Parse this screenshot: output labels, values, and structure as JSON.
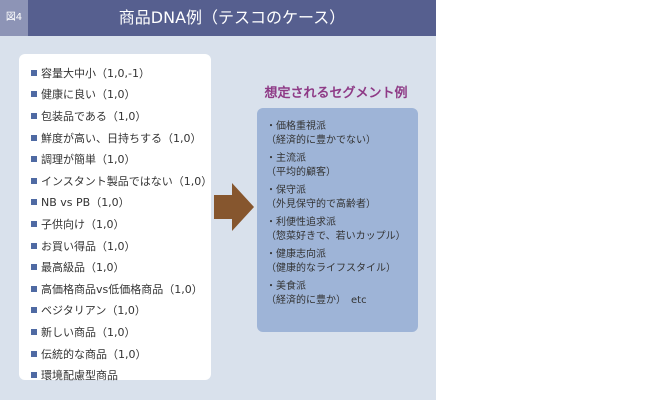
{
  "figure": {
    "label": "図4",
    "title": "商品DNA例（テスコのケース）"
  },
  "dna_items": [
    "容量大中小（1,0,-1）",
    "健康に良い（1,0）",
    "包装品である（1,0）",
    "鮮度が高い、日持ちする（1,0）",
    "調理が簡単（1,0）",
    "インスタント製品ではない（1,0）",
    "NB vs PB（1,0）",
    "子供向け（1,0）",
    "お買い得品（1,0）",
    "最高級品（1,0）",
    "高価格商品vs低価格商品（1,0）",
    "ベジタリアン（1,0）",
    "新しい商品（1,0）",
    "伝統的な商品（1,0）",
    "環境配慮型商品"
  ],
  "segments_title": "想定されるセグメント例",
  "segments": [
    {
      "name": "・価格重視派",
      "desc": "（経済的に豊かでない）"
    },
    {
      "name": "・主流派",
      "desc": "（平均的顧客）"
    },
    {
      "name": "・保守派",
      "desc": "（外見保守的で高齢者）"
    },
    {
      "name": "・利便性追求派",
      "desc": "（惣菜好きで、若いカップル）"
    },
    {
      "name": "・健康志向派",
      "desc": "（健康的なライフスタイル）"
    },
    {
      "name": "・美食派",
      "desc": "（経済的に豊か）　etc"
    }
  ],
  "colors": {
    "panel_bg": "#d9e1ec",
    "header_bg": "#565f8f",
    "label_bg": "#8d94b6",
    "segment_box": "#9eb4d7",
    "arrow": "#86562e",
    "accent_title": "#8e3a86",
    "bullet": "#4f6aa3"
  }
}
